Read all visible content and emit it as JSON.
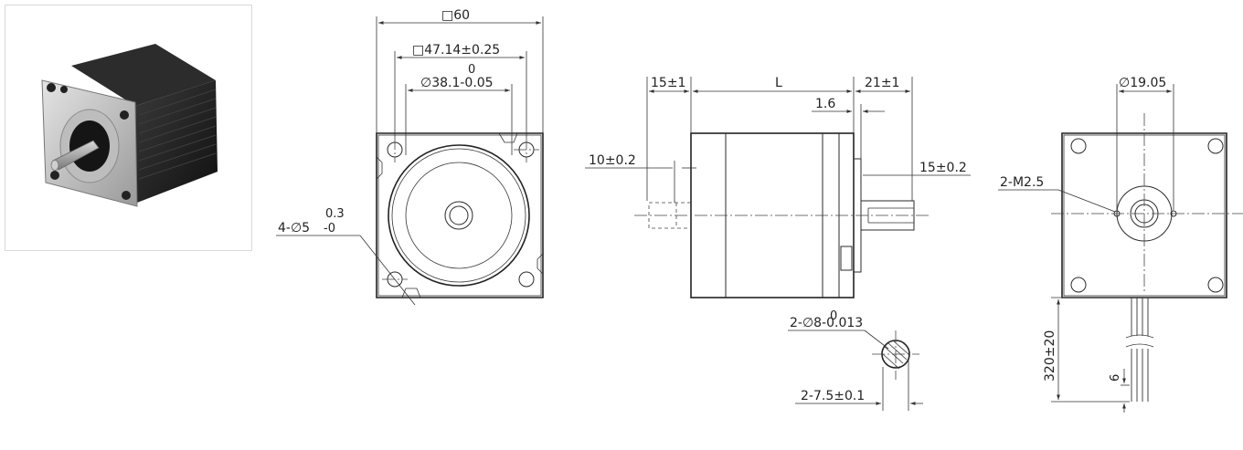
{
  "dimensions": {
    "front_square": "□60",
    "bolt_square": "□47.14±0.25",
    "pilot_tol": "0",
    "pilot_dia": "∅38.1-0.05",
    "hole_tol_upper": "0.3",
    "hole_spec": "4-∅5",
    "hole_tol_lower": "-0",
    "rear_shaft_len": "15±1",
    "body_len": "L",
    "front_shaft_len": "21±1",
    "boss_len": "1.6",
    "rear_flat_len": "10±0.2",
    "front_flat_len": "15±0.2",
    "shaft_tol": "0",
    "shaft_dia": "2-∅8-0.013",
    "flat_depth": "2-7.5±0.1",
    "rear_boss_dia": "∅19.05",
    "rear_thread": "2-M2.5",
    "lead_len": "320±20",
    "lead_strip": "6"
  },
  "colors": {
    "line": "#2a2a2a",
    "body": "#1c1c1c",
    "faceplate": "#c9c9c9"
  },
  "icons": {
    "photo": "stepper-motor-photo"
  }
}
